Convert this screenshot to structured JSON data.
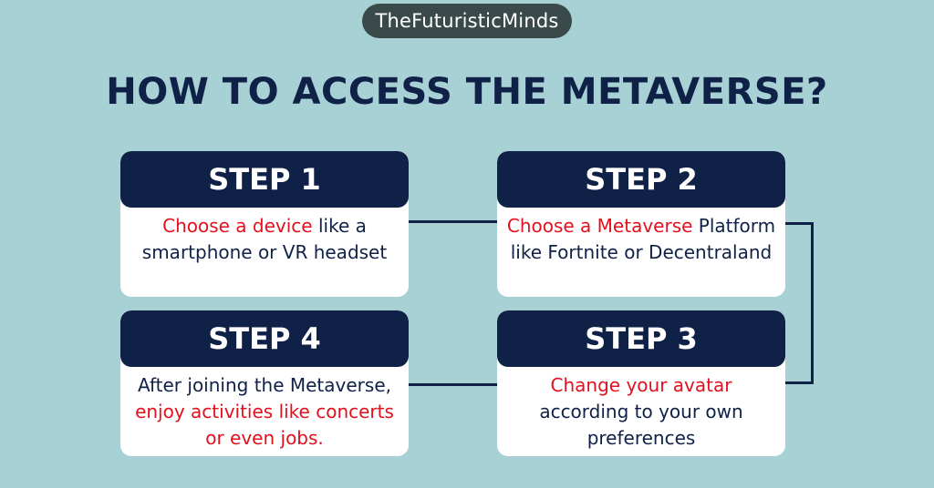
{
  "brand": {
    "label": "TheFuturisticMinds"
  },
  "title": "HOW TO ACCESS THE METAVERSE?",
  "colors": {
    "background": "#a8d1d5",
    "navy": "#0f2147",
    "highlight": "#e3101e",
    "card": "#ffffff",
    "pill": "#3a4a4a"
  },
  "steps": [
    {
      "header": "STEP 1",
      "parts": [
        {
          "text": "Choose a device",
          "highlight": true
        },
        {
          "text": " like a smartphone or VR headset",
          "highlight": false
        }
      ]
    },
    {
      "header": "STEP 2",
      "parts": [
        {
          "text": "Choose a Metaverse",
          "highlight": true
        },
        {
          "text": " Platform like Fortnite or Decentraland",
          "highlight": false
        }
      ]
    },
    {
      "header": "STEP 3",
      "parts": [
        {
          "text": "Change your avatar",
          "highlight": true
        },
        {
          "text": " according to your own preferences",
          "highlight": false
        }
      ]
    },
    {
      "header": "STEP 4",
      "parts": [
        {
          "text": "After joining the Metaverse, ",
          "highlight": false
        },
        {
          "text": "enjoy activities like concerts or even jobs.",
          "highlight": true
        }
      ]
    }
  ]
}
